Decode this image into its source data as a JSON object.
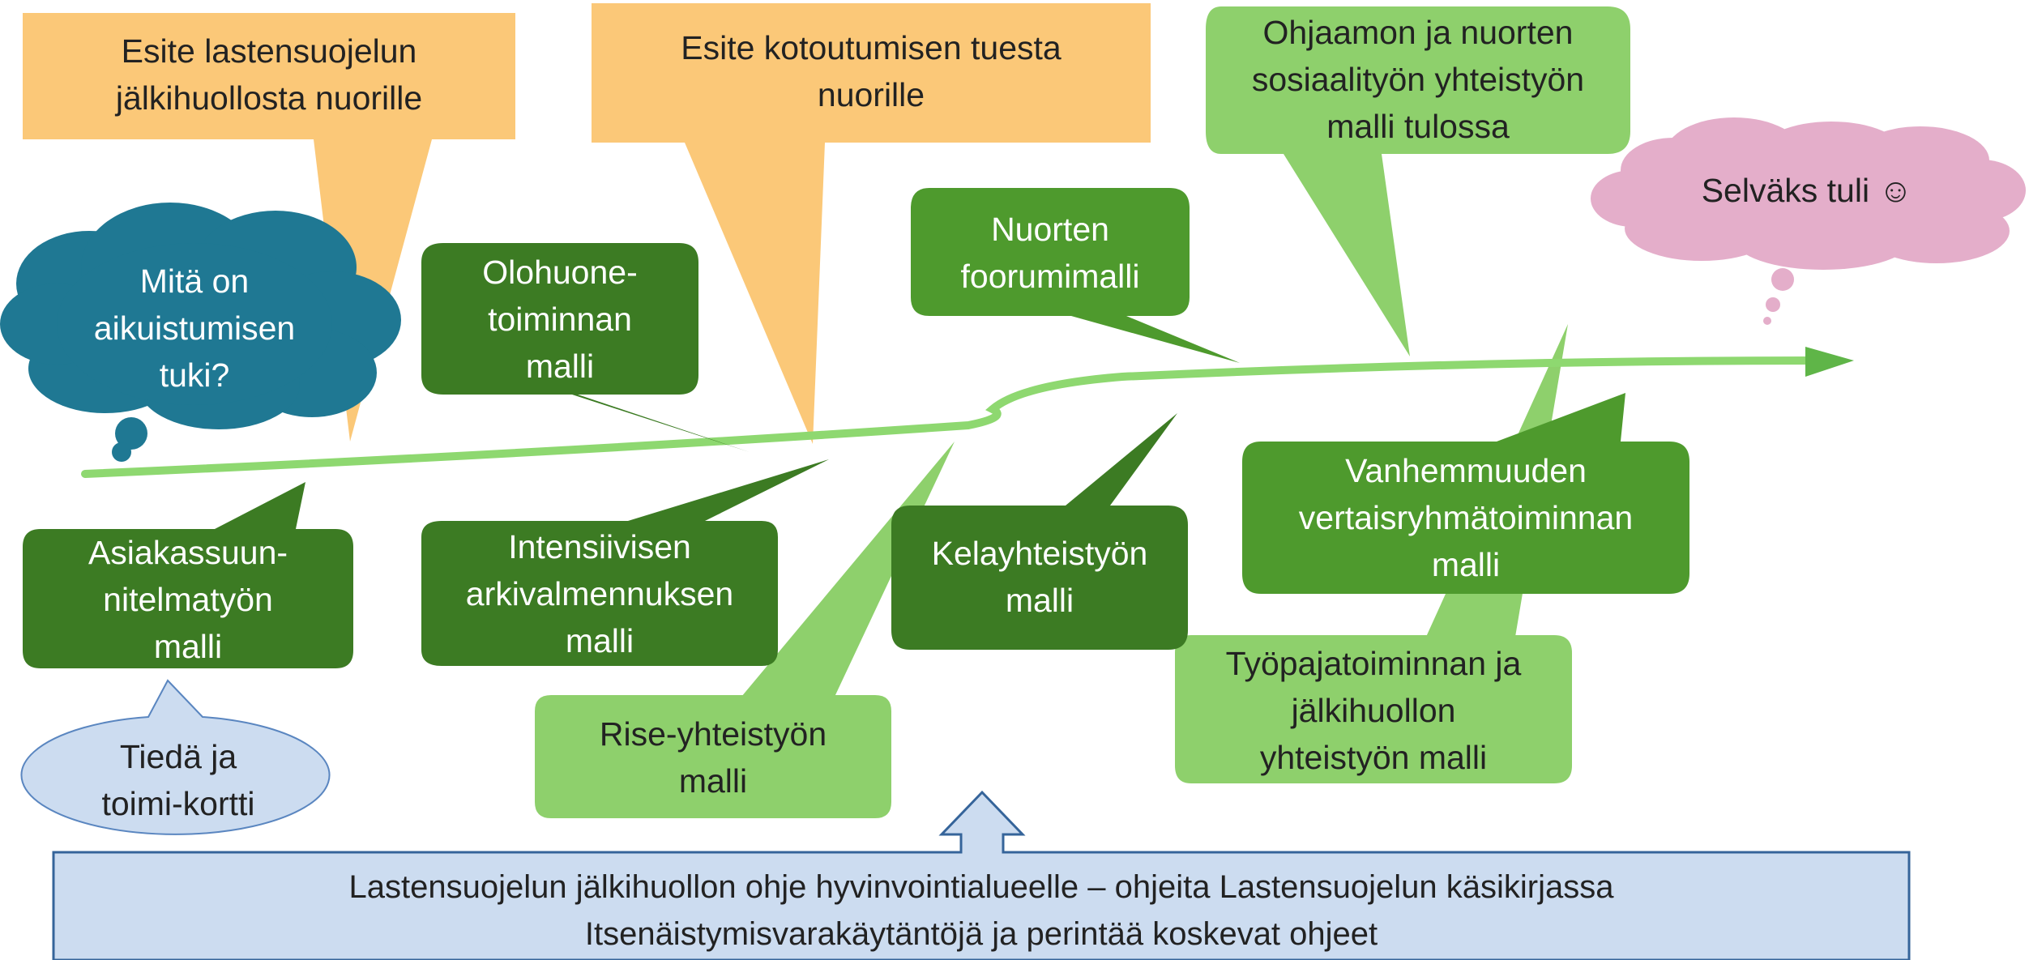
{
  "callouts": {
    "esite_jalkihuolto": [
      "Esite lastensuojelun",
      "jälkihuollosta nuorille"
    ],
    "esite_kotoutuminen": [
      "Esite kotoutumisen tuesta",
      "nuorille"
    ],
    "ohjaamo": [
      "Ohjaamon ja nuorten",
      "sosiaalityön yhteistyön",
      "malli tulossa"
    ],
    "selvaks": [
      "Selväks tuli ☺"
    ],
    "mita_on": [
      "Mitä on",
      "aikuistumisen",
      "tuki?"
    ],
    "olohuone": [
      "Olohuone-",
      "toiminnan",
      "malli"
    ],
    "nuorten_foorumi": [
      "Nuorten",
      "foorumimalli"
    ],
    "asiakassuunnitelma": [
      "Asiakassuun-",
      "nitelmatyön",
      "malli"
    ],
    "intensiivinen": [
      "Intensiivisen",
      "arkivalmennuksen",
      "malli"
    ],
    "kela": [
      "Kelayhteistyön",
      "malli"
    ],
    "vanhemmuus": [
      "Vanhemmuuden",
      "vertaisryhmätoiminnan",
      "malli"
    ],
    "tiedä_ja_toimi": [
      "Tiedä ja",
      "toimi-kortti"
    ],
    "rise": [
      "Rise-yhteistyön",
      "malli"
    ],
    "tyopaja": [
      "Työpajatoiminnan ja",
      "jälkihuollon",
      "yhteistyön malli"
    ]
  },
  "bottom_banner": [
    "Lastensuojelun jälkihuollon ohje hyvinvointialueelle – ohjeita Lastensuojelun käsikirjassa",
    "Itsenäistymisvarakäytäntöjä ja perintää koskevat ohjeet"
  ],
  "colors": {
    "orange": "#FBC878",
    "dark_green": "#3C7B23",
    "mid_green": "#4E9A2D",
    "light_green": "#8ED06C",
    "teal": "#1F7893",
    "pink": "#E4AECA",
    "pale_blue": "#CCDCF0",
    "blue_border": "#35649A",
    "timeline": "#8ED870",
    "arrow_head": "#5FB548"
  }
}
